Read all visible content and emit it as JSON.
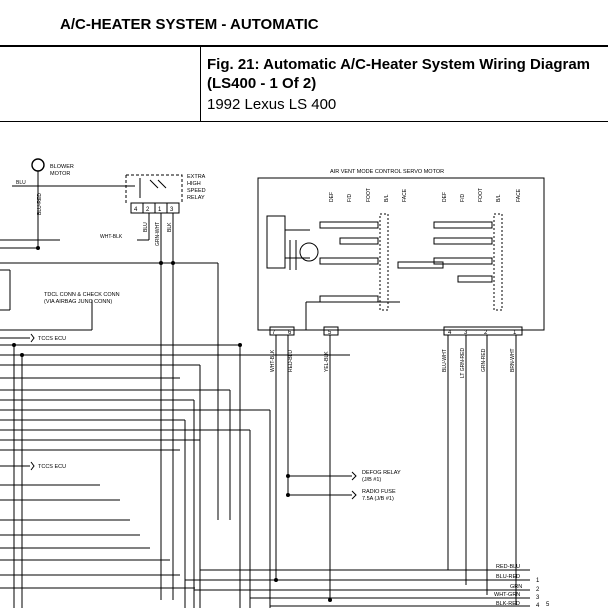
{
  "header": {
    "section_title": "A/C-HEATER SYSTEM - AUTOMATIC",
    "figure_title_line1": "Fig. 21: Automatic A/C-Heater System Wiring Diagram",
    "figure_title_line2": "(LS400 - 1 Of 2)",
    "vehicle": "1992 Lexus LS 400"
  },
  "diagram": {
    "blower_motor": {
      "label_line1": "BLOWER",
      "label_line2": "MOTOR",
      "wire": "BLU",
      "wire2": "BLU-RED"
    },
    "extra_high_relay": {
      "label_line1": "EXTRA",
      "label_line2": "HIGH",
      "label_line3": "SPEED",
      "label_line4": "RELAY",
      "pins": [
        "4",
        "2",
        "1",
        "3"
      ],
      "wires": [
        "BLU",
        "GRN-WHT",
        "BLK"
      ],
      "side_wire": "WHT-BLK"
    },
    "tdcl_connector": {
      "label_line1": "TDCL CONN & CHECK CONN",
      "label_line2": "(VIA AIRBAG JUNC CONN)"
    },
    "tccs_ecu_1": "TCCS ECU",
    "tccs_ecu_2": "TCCS ECU",
    "servo_motor": {
      "title": "AIR VENT MODE CONTROL SERVO MOTOR",
      "left_modes": [
        "DEF",
        "F/D",
        "FOOT",
        "B/L",
        "FACE"
      ],
      "right_modes": [
        "DEF",
        "F/D",
        "FOOT",
        "B/L",
        "FACE"
      ],
      "pins": [
        "7",
        "6",
        "5",
        "4",
        "3",
        "2",
        "1"
      ],
      "wires": [
        "WHT-BLK",
        "RED-BLU",
        "YEL-BLK",
        "BLU-WHT",
        "LT GRN-RED",
        "GRN-RED",
        "BRN-WHT"
      ]
    },
    "defog_relay": {
      "line1": "DEFOG RELAY",
      "line2": "(J/B #1)"
    },
    "radio_fuse": {
      "line1": "RADIO FUSE",
      "line2": "7.5A (J/B #1)"
    },
    "bus_wires": [
      {
        "color": "RED-BLU",
        "num": ""
      },
      {
        "color": "BLU-RED",
        "num": "1"
      },
      {
        "color": "GRN",
        "num": "2"
      },
      {
        "color": "WHT-GRN",
        "num": "3"
      },
      {
        "color": "BLK-RED",
        "num": "4"
      }
    ],
    "bus_extra_num": "5"
  }
}
